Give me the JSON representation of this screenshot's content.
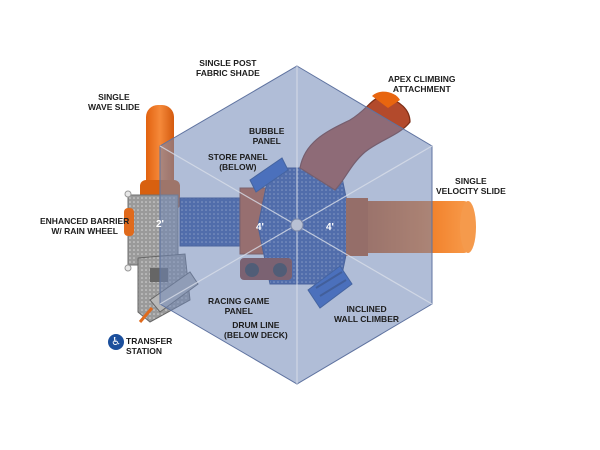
{
  "labels": {
    "shade": [
      "SINGLE POST",
      "FABRIC SHADE"
    ],
    "apex": [
      "APEX CLIMBING",
      "ATTACHMENT"
    ],
    "wave_slide": [
      "SINGLE",
      "WAVE SLIDE"
    ],
    "bubble_panel": [
      "BUBBLE",
      "PANEL"
    ],
    "store_panel": [
      "STORE PANEL",
      "(BELOW)"
    ],
    "velocity_slide": [
      "SINGLE",
      "VELOCITY SLIDE"
    ],
    "barrier": [
      "ENHANCED BARRIER",
      "W/ RAIN WHEEL"
    ],
    "racing_panel": [
      "RACING GAME",
      "PANEL"
    ],
    "drum_line": [
      "DRUM LINE",
      "(BELOW DECK)"
    ],
    "wall_climber": [
      "INCLINED",
      "WALL CLIMBER"
    ],
    "transfer": [
      "TRANSFER",
      "STATION"
    ]
  },
  "dimensions": {
    "left_deck": "2'",
    "center_left": "4'",
    "center_right": "4'"
  },
  "icons": {
    "accessibility": "wheelchair-icon"
  },
  "colors": {
    "shade": "#6f86b6",
    "slide_orange": "#e8650f",
    "apex_rust": "#b34a2c",
    "deck_blue": "#2b4b9a",
    "climber_blue": "#1f56c4",
    "gray_metal": "#8a8a8a"
  }
}
